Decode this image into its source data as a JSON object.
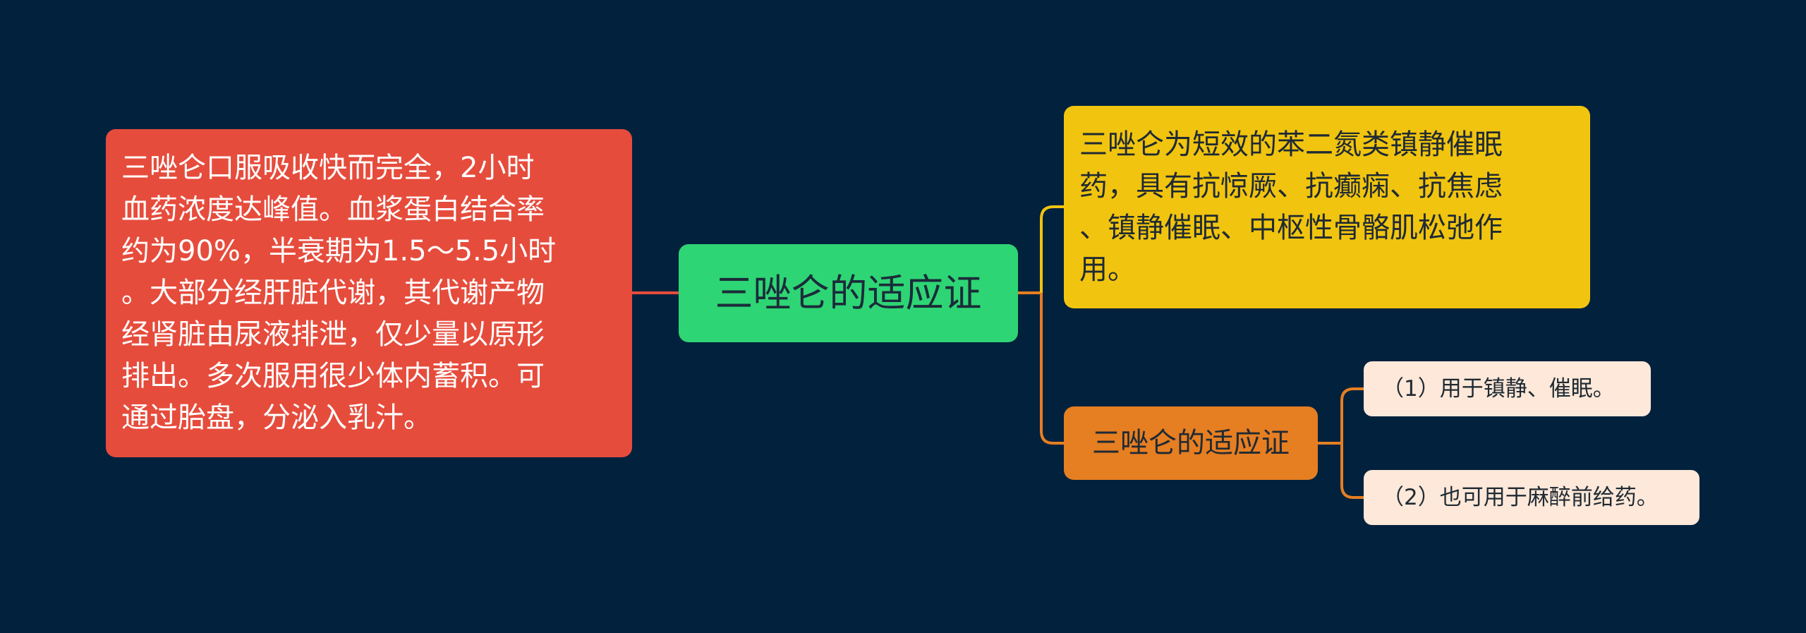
{
  "diagram": {
    "central_topic": {
      "label": "三唑仑的适应证",
      "color": "#2ed574"
    },
    "left_branch": {
      "text": "三唑仑口服吸收快而完全，2小时\n血药浓度达峰值。血浆蛋白结合率\n约为90%，半衰期为1.5～5.5小时\n。大部分经肝脏代谢，其代谢产物\n经肾脏由尿液排泄，仅少量以原形\n排出。多次服用很少体内蓄积。可\n通过胎盘，分泌入乳汁。",
      "color": "#e64c3c"
    },
    "right_branches": [
      {
        "text": "三唑仑为短效的苯二氮类镇静催眠\n药，具有抗惊厥、抗癫痫、抗焦虑\n、镇静催眠、中枢性骨骼肌松弛作\n用。",
        "color": "#f1c40f"
      },
      {
        "label": "三唑仑的适应证",
        "color": "#e67e22",
        "children": [
          {
            "label": "（1）用于镇静、催眠。"
          },
          {
            "label": "（2）也可用于麻醉前给药。"
          }
        ]
      }
    ],
    "connector_colors": {
      "left": "#e64c3c",
      "right_top": "#f1c40f",
      "right_mid": "#e67e22"
    }
  }
}
